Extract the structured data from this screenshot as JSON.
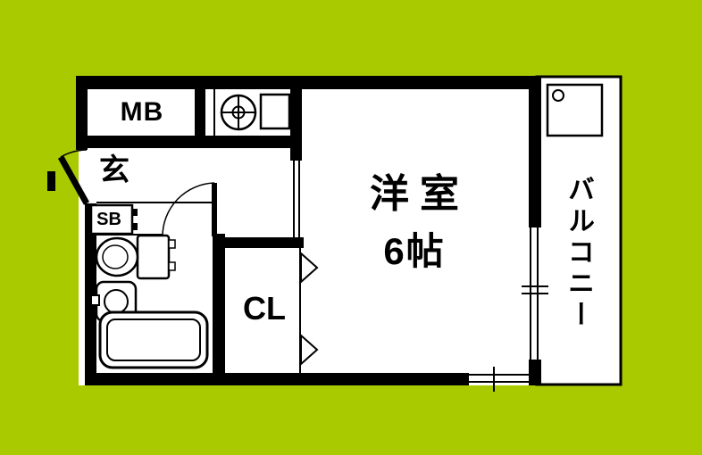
{
  "page": {
    "background_color": "#AACA00",
    "paper_color": "#FFFFFF",
    "wall_color": "#000000"
  },
  "floorplan": {
    "labels": {
      "meter_box": "MB",
      "entrance": "玄",
      "shoe_box": "SB",
      "main_room_name": "洋室",
      "main_room_size": "6帖",
      "closet": "CL",
      "balcony": "バルコニー"
    },
    "fixtures": [
      "stove-burner-icon",
      "kitchen-sink-icon",
      "toilet-icon",
      "washbasin-icon",
      "bathtub-icon",
      "washing-machine-pan-icon",
      "entrance-door-icon",
      "bathroom-door-icon",
      "closet-folding-door-icon",
      "sliding-window-icon"
    ]
  }
}
